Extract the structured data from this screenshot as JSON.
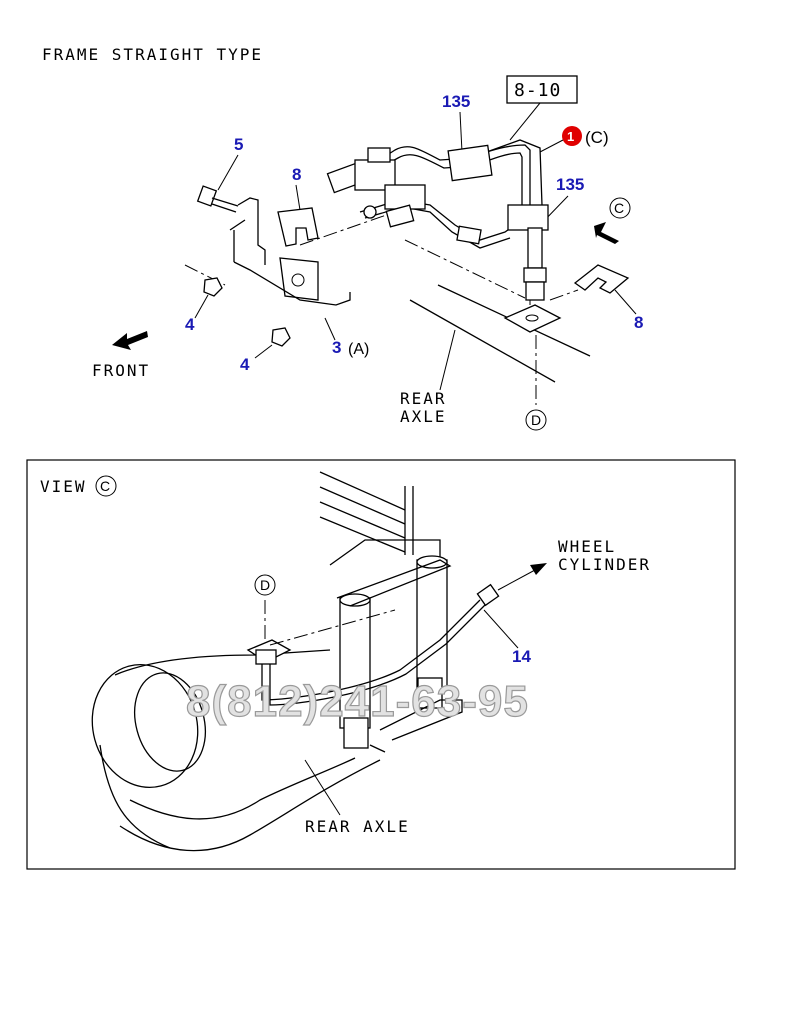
{
  "diagram": {
    "title": "FRAME STRAIGHT TYPE",
    "view_label": "VIEW",
    "view_letter": "C",
    "ref_box": "8-10",
    "callouts": {
      "p135a": "135",
      "p135b": "135",
      "p5": "5",
      "p8a": "8",
      "p8b": "8",
      "p4a": "4",
      "p4b": "4",
      "p3": "3",
      "p14": "14",
      "p1": "1"
    },
    "letters": {
      "c_tag": "(C)",
      "a_tag": "(A)",
      "c_circle": "C",
      "d_circle_top": "D",
      "view_c": "C",
      "d_circle_bottom": "D"
    },
    "text": {
      "front": "FRONT",
      "rear_axle_top_1": "REAR",
      "rear_axle_top_2": "AXLE",
      "wheel": "WHEEL",
      "cylinder": "CYLINDER",
      "rear_axle_bottom": "REAR AXLE"
    },
    "watermark": "8(812)241-63-95",
    "colors": {
      "callout_blue": "#1a1ab4",
      "ref_red": "#e00000"
    }
  }
}
